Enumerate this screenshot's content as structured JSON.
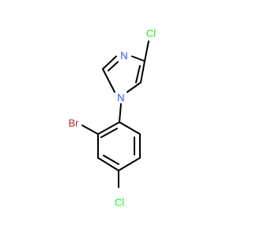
{
  "colors": {
    "bond": "#000000",
    "nitrogen": "#3050F8",
    "chlorine": "#1FF01F",
    "bromine": "#A62929",
    "background": "#ffffff"
  },
  "atoms": {
    "n_imine": "N",
    "n_pyrrole": "N",
    "cl_imidazole": "Cl",
    "br_phenyl": "Br",
    "cl_phenyl": "Cl"
  }
}
